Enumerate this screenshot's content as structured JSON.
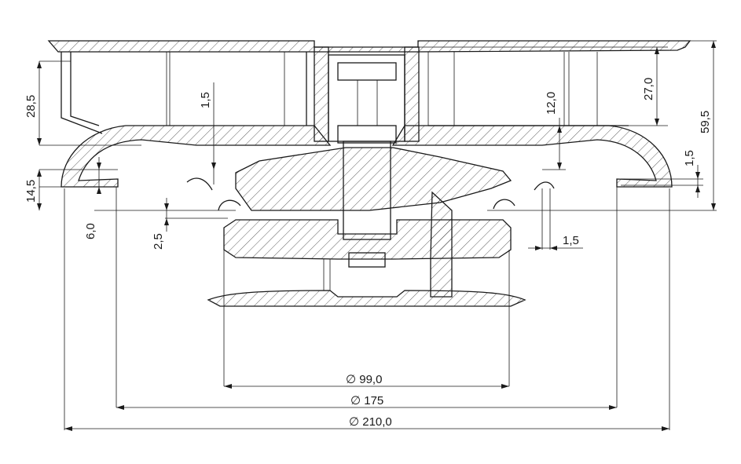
{
  "dimensions": {
    "d99": "∅ 99,0",
    "d175": "∅ 175",
    "d210": "∅ 210,0",
    "h285": "28,5",
    "h145": "14,5",
    "h60": "6,0",
    "h25": "2,5",
    "h15_left": "1,5",
    "h120": "12,0",
    "h270": "27,0",
    "h595": "59,5",
    "h15_right": "1,5",
    "w15_bottom": "1,5"
  },
  "colors": {
    "line": "#1a1a1a",
    "background": "#ffffff"
  }
}
